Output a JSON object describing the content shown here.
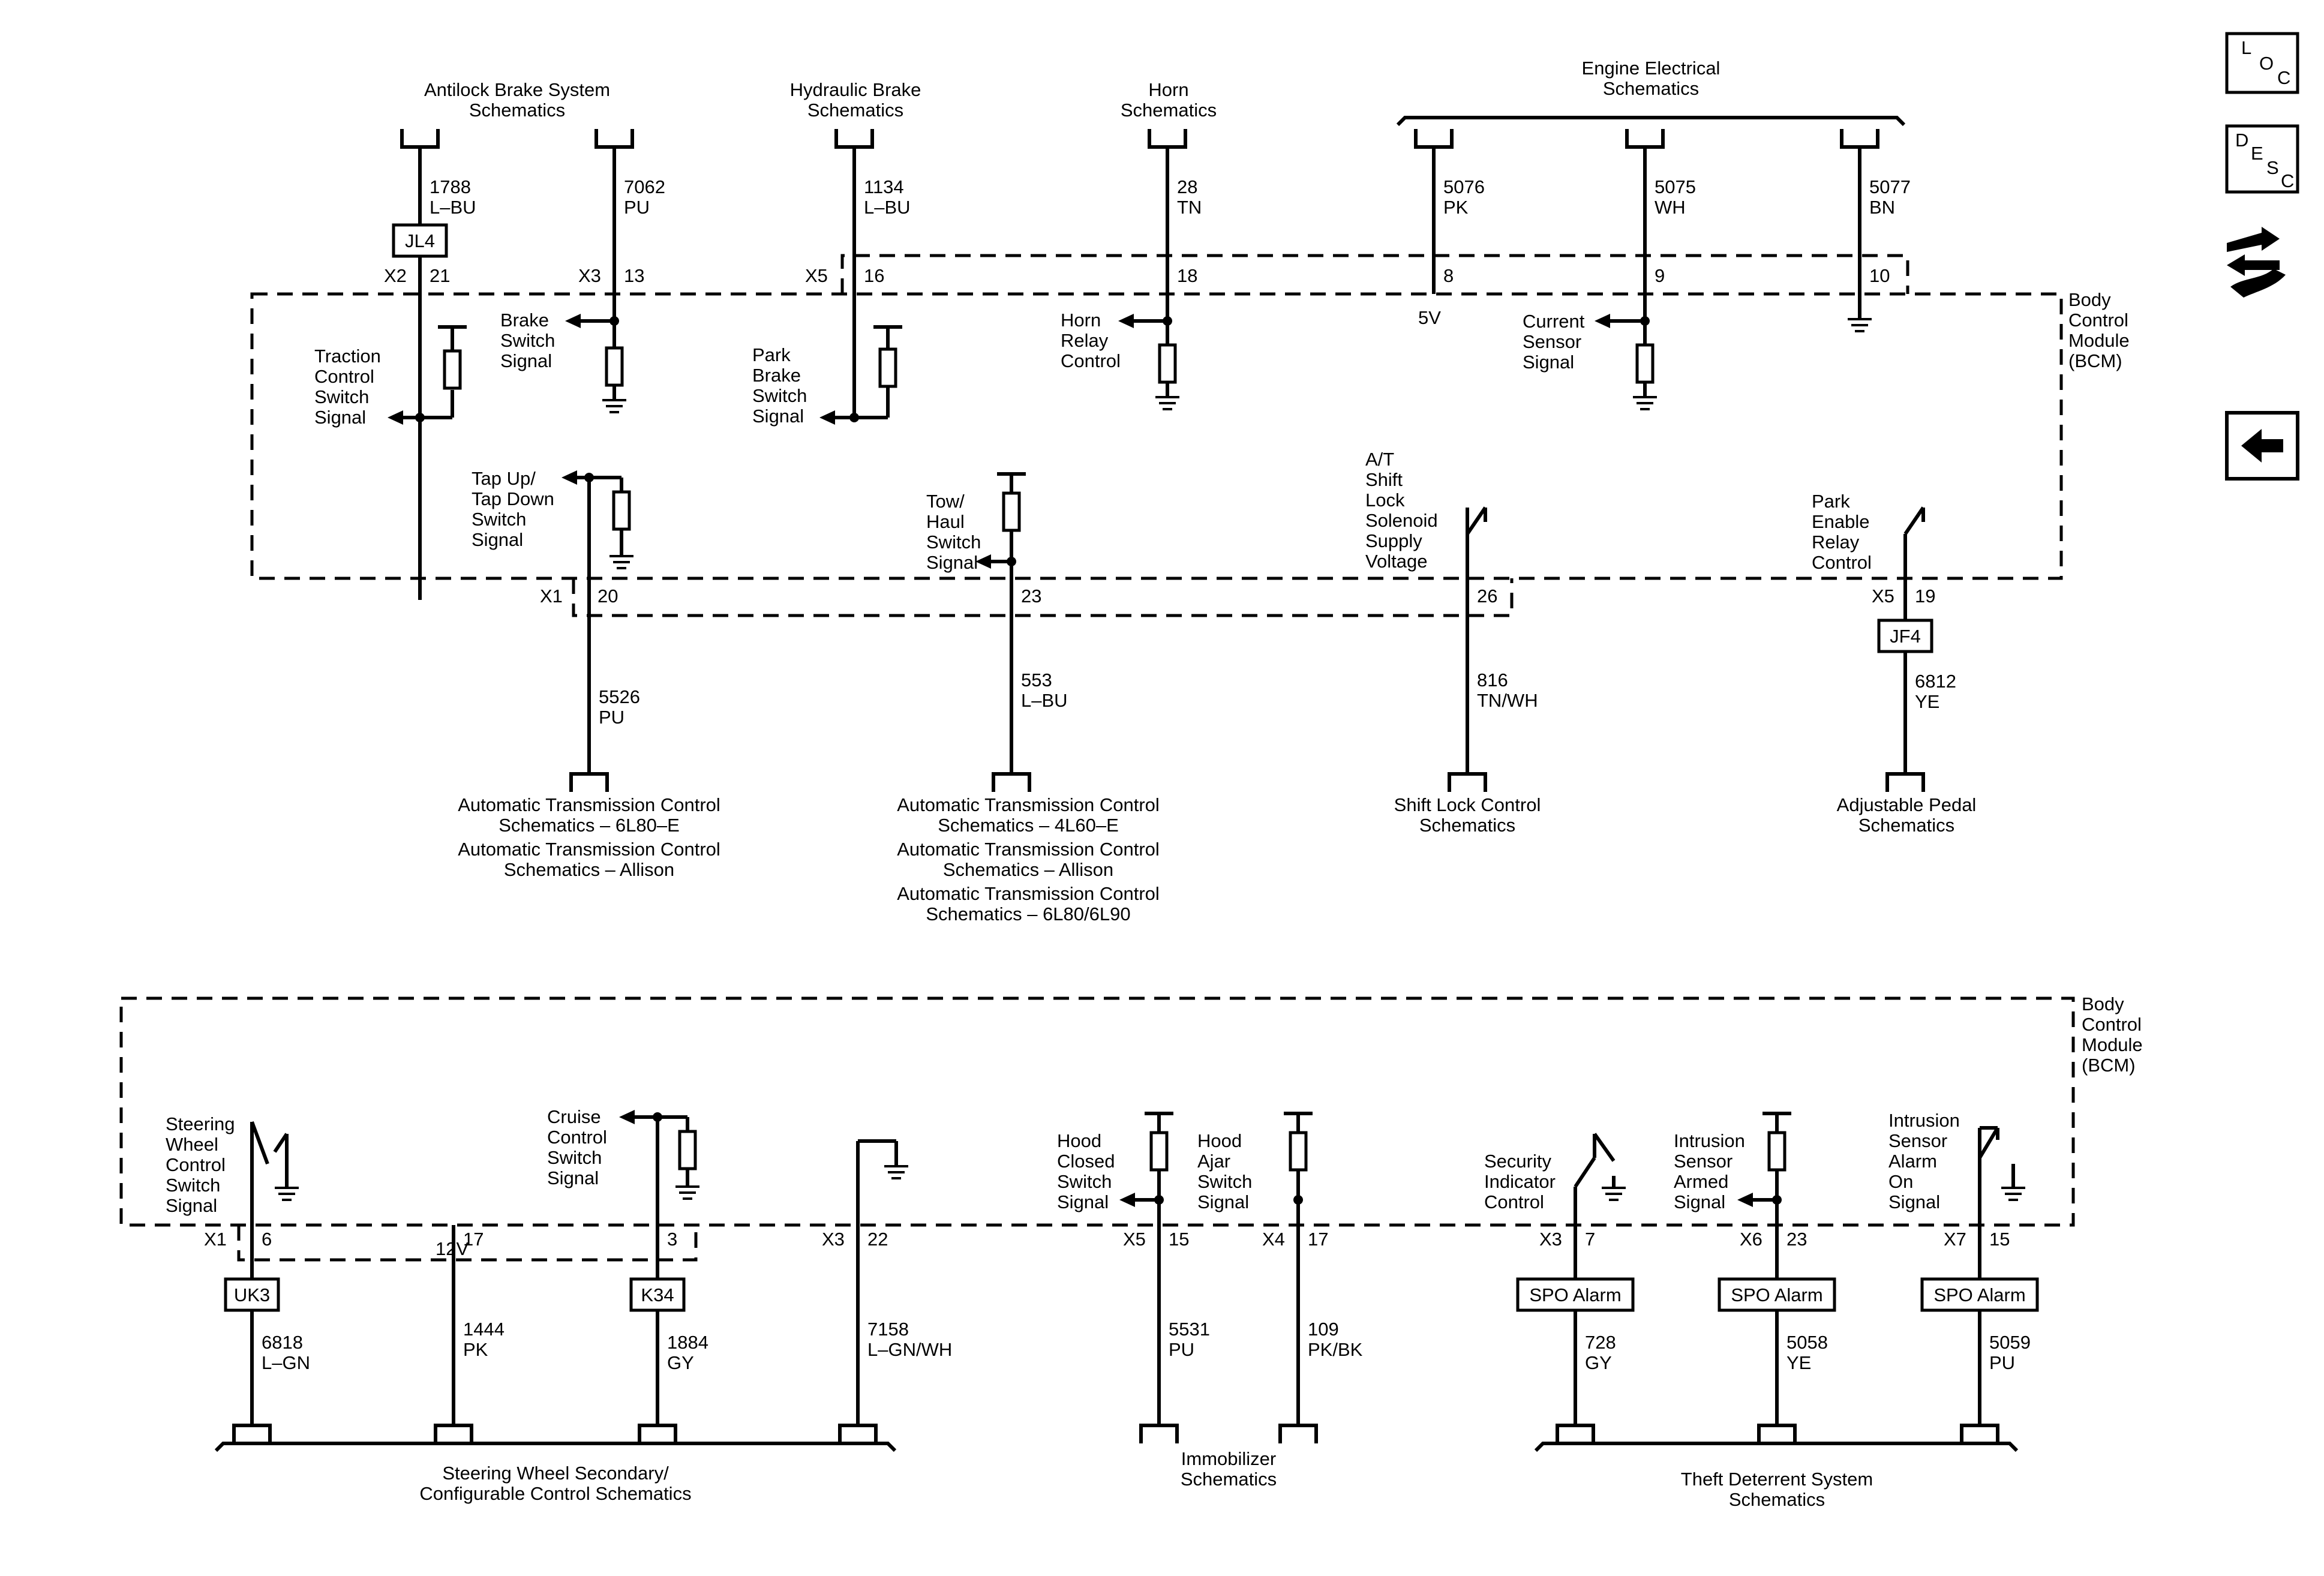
{
  "top": {
    "headers": {
      "abs": [
        "Antilock Brake System",
        "Schematics"
      ],
      "hyd": [
        "Hydraulic Brake",
        "Schematics"
      ],
      "horn": [
        "Horn",
        "Schematics"
      ],
      "eng": [
        "Engine Electrical",
        "Schematics"
      ]
    },
    "wires": [
      {
        "num": "1788",
        "color": "L–BU",
        "conn": "X2",
        "pin": "21"
      },
      {
        "num": "7062",
        "color": "PU",
        "conn": "X3",
        "pin": "13"
      },
      {
        "num": "1134",
        "color": "L–BU",
        "conn": "X5",
        "pin": "16"
      },
      {
        "num": "28",
        "color": "TN",
        "conn": "",
        "pin": "18"
      },
      {
        "num": "5076",
        "color": "PK",
        "conn": "",
        "pin": "8"
      },
      {
        "num": "5075",
        "color": "WH",
        "conn": "",
        "pin": "9"
      },
      {
        "num": "5077",
        "color": "BN",
        "conn": "",
        "pin": "10"
      }
    ],
    "splice_jl4": "JL4",
    "signals": {
      "traction": [
        "Traction",
        "Control",
        "Switch",
        "Signal"
      ],
      "brake": [
        "Brake",
        "Switch",
        "Signal"
      ],
      "park": [
        "Park",
        "Brake",
        "Switch",
        "Signal"
      ],
      "horn_relay": [
        "Horn",
        "Relay",
        "Control"
      ],
      "five_v": "5V",
      "current": [
        "Current",
        "Sensor",
        "Signal"
      ],
      "tap": [
        "Tap Up/",
        "Tap Down",
        "Switch",
        "Signal"
      ],
      "tow": [
        "Tow/",
        "Haul",
        "Switch",
        "Signal"
      ],
      "shift": [
        "A/T",
        "Shift",
        "Lock",
        "Solenoid",
        "Supply",
        "Voltage"
      ],
      "park_enable": [
        "Park",
        "Enable",
        "Relay",
        "Control"
      ]
    },
    "bcm": [
      "Body",
      "Control",
      "Module",
      "(BCM)"
    ],
    "bottom_wires": [
      {
        "conn": "X1",
        "pin": "20",
        "num": "5526",
        "color": "PU"
      },
      {
        "conn": "",
        "pin": "23",
        "num": "553",
        "color": "L–BU"
      },
      {
        "conn": "",
        "pin": "26",
        "num": "816",
        "color": "TN/WH"
      },
      {
        "conn": "X5",
        "pin": "19",
        "num": "6812",
        "color": "YE"
      }
    ],
    "splice_jf4": "JF4",
    "footers": {
      "allison1": [
        "Automatic Transmission Control",
        "Schematics – 6L80–E",
        "Automatic Transmission Control",
        "Schematics – Allison"
      ],
      "allison2": [
        "Automatic Transmission Control",
        "Schematics – 4L60–E",
        "Automatic Transmission Control",
        "Schematics – Allison",
        "Automatic Transmission Control",
        "Schematics – 6L80/6L90"
      ],
      "shiftlock": [
        "Shift Lock Control",
        "Schematics"
      ],
      "pedal": [
        "Adjustable Pedal",
        "Schematics"
      ]
    }
  },
  "bottom": {
    "bcm": [
      "Body",
      "Control",
      "Module",
      "(BCM)"
    ],
    "signals": {
      "steering": [
        "Steering",
        "Wheel",
        "Control",
        "Switch",
        "Signal"
      ],
      "twelve_v": "12V",
      "cruise": [
        "Cruise",
        "Control",
        "Switch",
        "Signal"
      ],
      "hood_closed": [
        "Hood",
        "Closed",
        "Switch",
        "Signal"
      ],
      "hood_ajar": [
        "Hood",
        "Ajar",
        "Switch",
        "Signal"
      ],
      "security": [
        "Security",
        "Indicator",
        "Control"
      ],
      "intrusion_armed": [
        "Intrusion",
        "Sensor",
        "Armed",
        "Signal"
      ],
      "intrusion_alarm": [
        "Intrusion",
        "Sensor",
        "Alarm",
        "On",
        "Signal"
      ]
    },
    "wires": [
      {
        "conn": "X1",
        "pin": "6",
        "num": "6818",
        "color": "L–GN"
      },
      {
        "conn": "",
        "pin": "17",
        "num": "1444",
        "color": "PK"
      },
      {
        "conn": "",
        "pin": "3",
        "num": "1884",
        "color": "GY"
      },
      {
        "conn": "X3",
        "pin": "22",
        "num": "7158",
        "color": "L–GN/WH"
      },
      {
        "conn": "X5",
        "pin": "15",
        "num": "5531",
        "color": "PU"
      },
      {
        "conn": "X4",
        "pin": "17",
        "num": "109",
        "color": "PK/BK"
      },
      {
        "conn": "X3",
        "pin": "7",
        "num": "728",
        "color": "GY"
      },
      {
        "conn": "X6",
        "pin": "23",
        "num": "5058",
        "color": "YE"
      },
      {
        "conn": "X7",
        "pin": "15",
        "num": "5059",
        "color": "PU"
      }
    ],
    "splices": {
      "uk3": "UK3",
      "k34": "K34",
      "spo": "SPO Alarm"
    },
    "footers": {
      "steering": [
        "Steering Wheel Secondary/",
        "Configurable Control Schematics"
      ],
      "immob": [
        "Immobilizer",
        "Schematics"
      ],
      "theft": [
        "Theft Deterrent System",
        "Schematics"
      ]
    }
  },
  "nav": {
    "loc": [
      "L",
      "O",
      "C"
    ],
    "desc": [
      "D",
      "E",
      "S",
      "C"
    ]
  }
}
